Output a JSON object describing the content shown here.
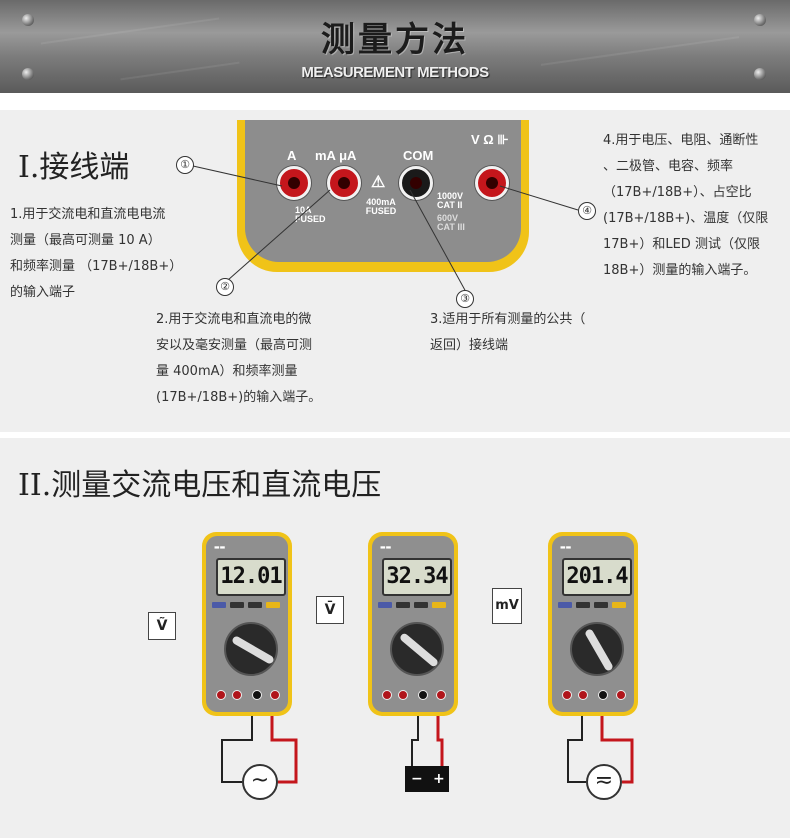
{
  "banner": {
    "title": "测量方法",
    "subtitle": "MEASUREMENT METHODS"
  },
  "section1": {
    "heading": "I.接线端",
    "panel": {
      "labels": {
        "a": "A",
        "ma": "mA μA",
        "com": "COM",
        "v": "V Ω ⊪"
      },
      "fused_small": "10A FUSED",
      "fused_400": "400mA FUSED",
      "cat1": "1000V CAT II",
      "cat2": "600V CAT III",
      "warning": "⚠"
    },
    "callouts": [
      "①",
      "②",
      "③",
      "④"
    ],
    "desc1": [
      "1.用于交流电和直流电电流",
      "测量（最高可测量  10  A）",
      "和频率测量  （17B+/18B+）",
      "的输入端子"
    ],
    "desc2": [
      "2.用于交流电和直流电的微",
      "安以及毫安测量（最高可测",
      "量      400mA）和频率测量",
      "(17B+/18B+)的输入端子。"
    ],
    "desc3": [
      "3.适用于所有测量的公共（",
      "返回）接线端"
    ],
    "desc4": [
      "4.用于电压、电阻、通断性",
      "、二极管、电容、频率",
      "（17B+/18B+）、占空比",
      "(17B+/18B+)、温度（仅限",
      "17B+）和LED  测试（仅限",
      "18B+）测量的输入端子。"
    ]
  },
  "section2": {
    "heading": "II.测量交流电压和直流电压",
    "meters": [
      {
        "reading": "12.01",
        "mode": "Ṽ",
        "source": "~"
      },
      {
        "reading": "32.34",
        "mode": "V̄",
        "source": "battery"
      },
      {
        "reading": "201.4",
        "mode": "mV",
        "source": "≂"
      }
    ],
    "battery_minus": "−",
    "battery_plus": "+"
  },
  "colors": {
    "panel_yellow": "#f0c318",
    "jack_red": "#c4161c",
    "banner_gray": "#7d7d7d"
  }
}
